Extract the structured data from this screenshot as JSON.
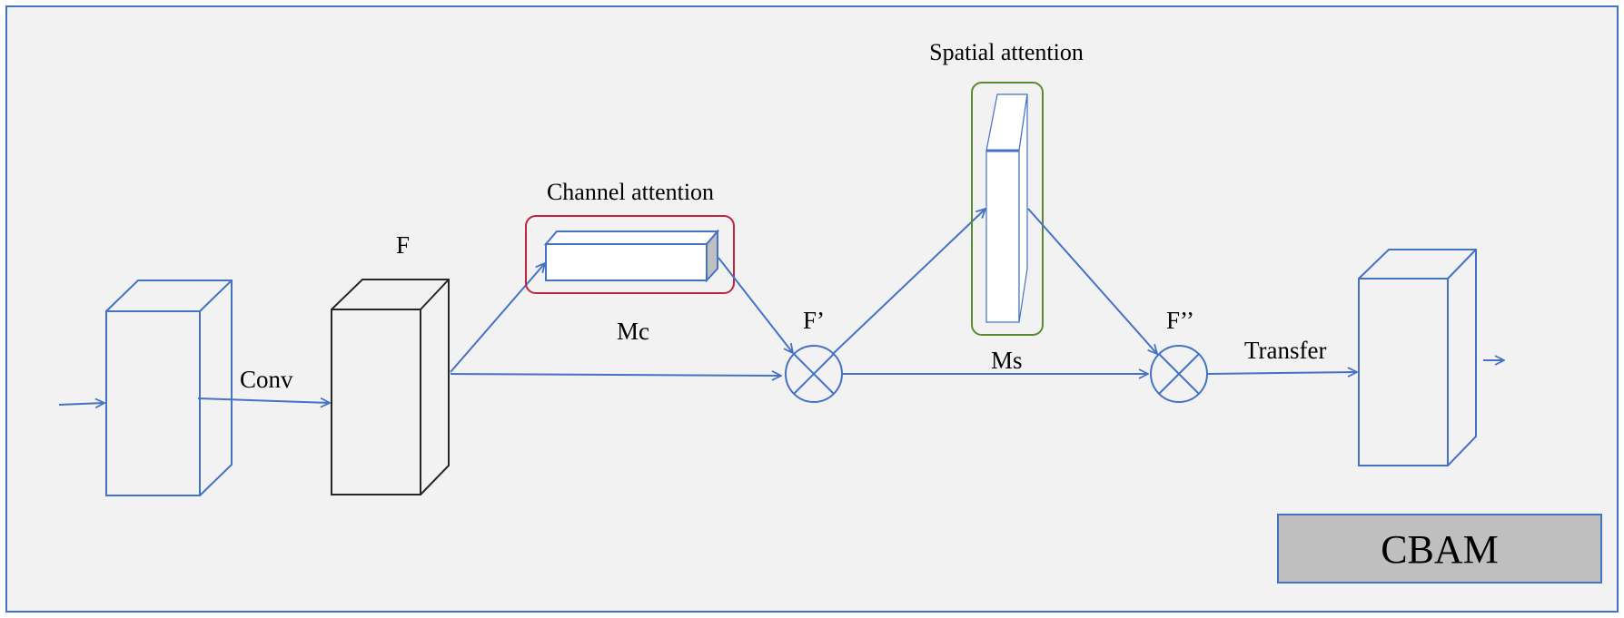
{
  "labels": {
    "conv": "Conv",
    "f": "F",
    "channel_attention": "Channel attention",
    "mc": "Mc",
    "f_prime": "F’",
    "spatial_attention": "Spatial attention",
    "ms": "Ms",
    "f_double_prime": "F’’",
    "transfer": "Transfer",
    "cbam": "CBAM"
  },
  "colors": {
    "background": "#f2f2f2",
    "frame": "#4472c4",
    "blue_line": "#4472c4",
    "feature_box_f": "#262626",
    "channel_highlight": "#c0243c",
    "spatial_highlight": "#5a8a2e",
    "cbam_fill": "#bfbfbf"
  }
}
